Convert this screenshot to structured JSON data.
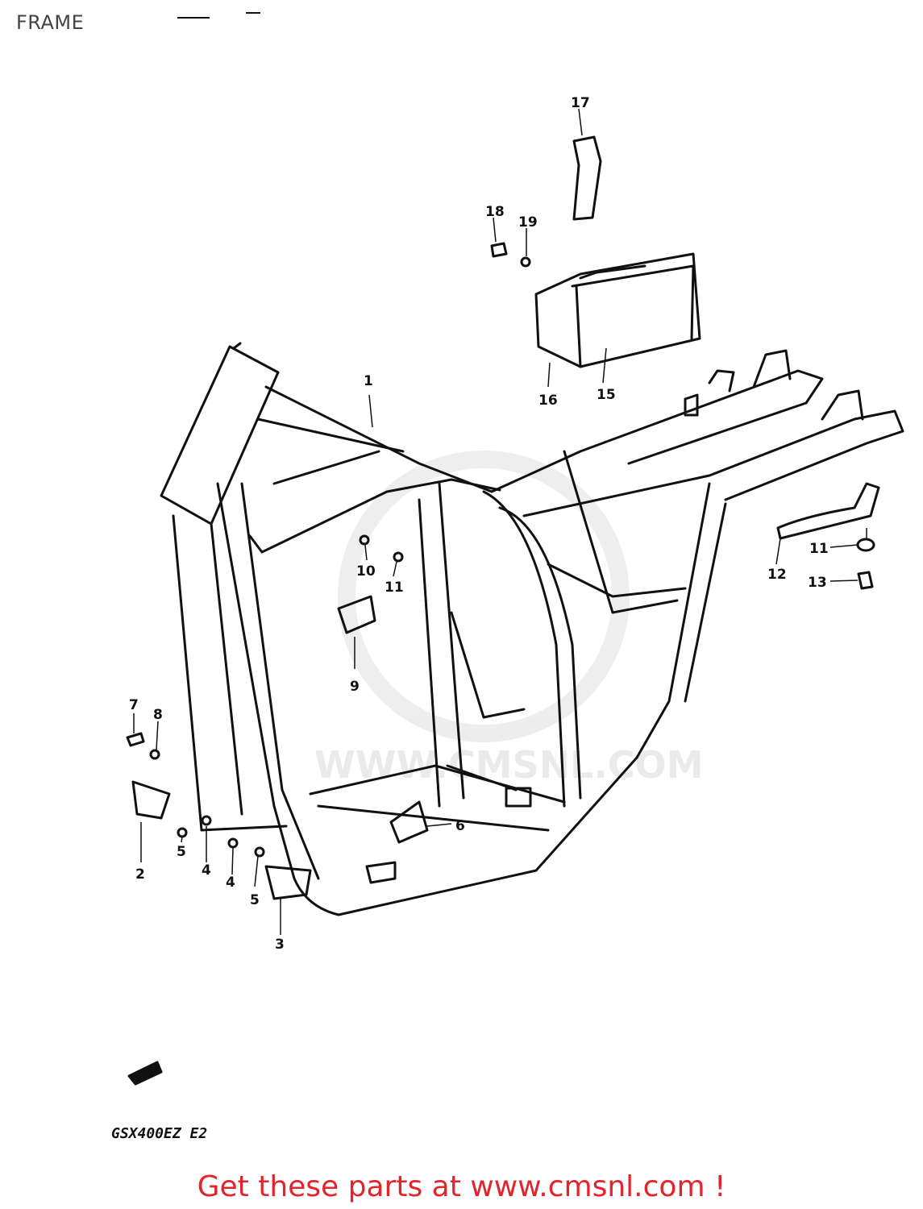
{
  "header": {
    "title": "FRAME"
  },
  "watermark": {
    "text": "WWW.CMSNL.COM"
  },
  "callouts": [
    "1",
    "2",
    "3",
    "4",
    "5",
    "6",
    "7",
    "8",
    "9",
    "10",
    "11",
    "12",
    "13",
    "15",
    "16",
    "17",
    "18",
    "19",
    "11",
    "4",
    "5"
  ],
  "model_code": "GSX400EZ E2",
  "footer": {
    "link_text": "Get these parts at www.cmsnl.com !"
  },
  "colors": {
    "link": "#e3242b",
    "ink": "#111111",
    "background": "#ffffff"
  }
}
